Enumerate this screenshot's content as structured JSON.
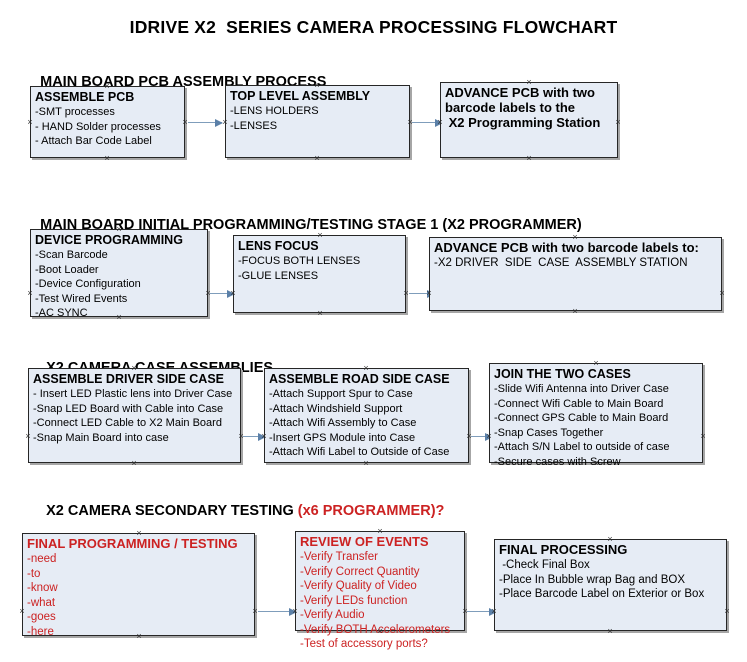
{
  "document": {
    "title": "IDRIVE X2  SERIES CAMERA PROCESSING FLOWCHART"
  },
  "colors": {
    "node_fill": "#e6ecf5",
    "node_border": "#262626",
    "connector": "#5b80a8",
    "accent_red": "#cc2222",
    "text": "#000000"
  },
  "sections": [
    {
      "heading": "MAIN BOARD PCB ASSEMBLY PROCESS",
      "heading_accent": "",
      "nodes": [
        {
          "title": "ASSEMBLE PCB",
          "lines": [
            "-SMT processes",
            "- HAND Solder processes",
            "- Attach Bar Code Label"
          ]
        },
        {
          "title": "TOP LEVEL ASSEMBLY",
          "lines": [
            "-LENS HOLDERS",
            "-LENSES"
          ]
        },
        {
          "title": "ADVANCE PCB with two",
          "lines": [
            "barcode labels to the",
            " X2 Programming Station"
          ]
        }
      ]
    },
    {
      "heading": "MAIN BOARD INITIAL PROGRAMMING/TESTING STAGE 1 (X2 PROGRAMMER)",
      "heading_accent": "",
      "nodes": [
        {
          "title": "DEVICE PROGRAMMING",
          "lines": [
            "-Scan Barcode",
            "-Boot Loader",
            "-Device Configuration",
            "-Test Wired Events",
            "-AC SYNC"
          ]
        },
        {
          "title": "LENS FOCUS",
          "lines": [
            "-FOCUS BOTH LENSES",
            "-GLUE LENSES"
          ]
        },
        {
          "title": "ADVANCE PCB with two barcode labels to:",
          "lines": [
            "-X2 DRIVER  SIDE  CASE  ASSEMBLY STATION"
          ]
        }
      ]
    },
    {
      "heading": "X2 CAMERA CASE ASSEMBLIES",
      "heading_accent": "",
      "nodes": [
        {
          "title": "ASSEMBLE DRIVER SIDE CASE",
          "lines": [
            "- Insert LED Plastic lens into Driver Case",
            "-Snap LED Board with Cable into Case",
            "-Connect LED Cable to X2 Main Board",
            "-Snap Main Board into case"
          ]
        },
        {
          "title": "ASSEMBLE ROAD SIDE CASE",
          "lines": [
            "-Attach Support Spur to Case",
            "-Attach Windshield Support",
            "-Attach Wifi Assembly to Case",
            "-Insert GPS Module into Case",
            "-Attach Wifi Label to Outside of Case"
          ]
        },
        {
          "title": "JOIN THE TWO CASES",
          "lines": [
            "-Slide Wifi Antenna into Driver Case",
            "-Connect Wifi Cable to Main Board",
            "-Connect GPS Cable to Main Board",
            "-Snap Cases Together",
            "-Attach S/N Label to outside of case",
            "-Secure cases with Screw"
          ]
        }
      ]
    },
    {
      "heading": "X2 CAMERA SECONDARY TESTING ",
      "heading_accent": "(x6 PROGRAMMER)?",
      "nodes": [
        {
          "title": "FINAL PROGRAMMING / TESTING",
          "lines": [
            "-need",
            "-to",
            "-know",
            "-what",
            "-goes",
            "-here"
          ]
        },
        {
          "title": "REVIEW OF EVENTS",
          "lines": [
            "-Verify Transfer",
            "-Verify Correct Quantity",
            "-Verify Quality of Video",
            "-Verify LEDs function",
            "-Verify Audio",
            "-Verify BOTH Accelerometers",
            "-Test of accessory ports?"
          ]
        },
        {
          "title": "FINAL PROCESSING",
          "lines": [
            " -Check Final Box",
            "-Place In Bubble wrap Bag and BOX",
            "-Place Barcode Label on Exterior or Box"
          ]
        }
      ]
    }
  ]
}
